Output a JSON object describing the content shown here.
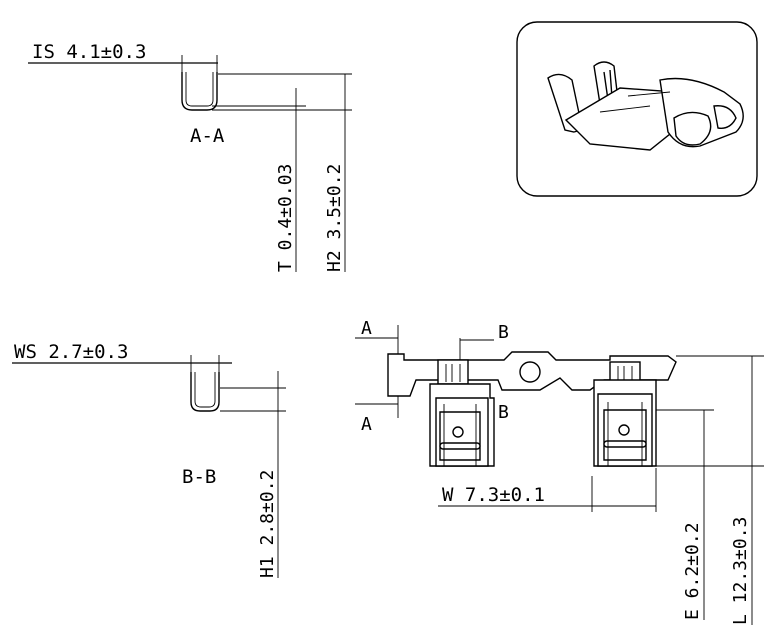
{
  "section_aa": {
    "title": "A-A",
    "is_dim": "IS  4.1±0.3",
    "t_dim": "T  0.4±0.03",
    "h2_dim": "H2  3.5±0.2"
  },
  "section_bb": {
    "title": "B-B",
    "ws_dim": "WS  2.7±0.3",
    "h1_dim": "H1  2.8±0.2"
  },
  "main_view": {
    "cut_a_top": "A",
    "cut_a_bottom": "A",
    "cut_b_top": "B",
    "cut_b_bottom": "B",
    "w_dim": "W  7.3±0.1",
    "e_dim": "E  6.2±0.2",
    "l_dim": "L  12.3±0.3"
  },
  "photo": {
    "icon": "terminal-3d-icon"
  }
}
